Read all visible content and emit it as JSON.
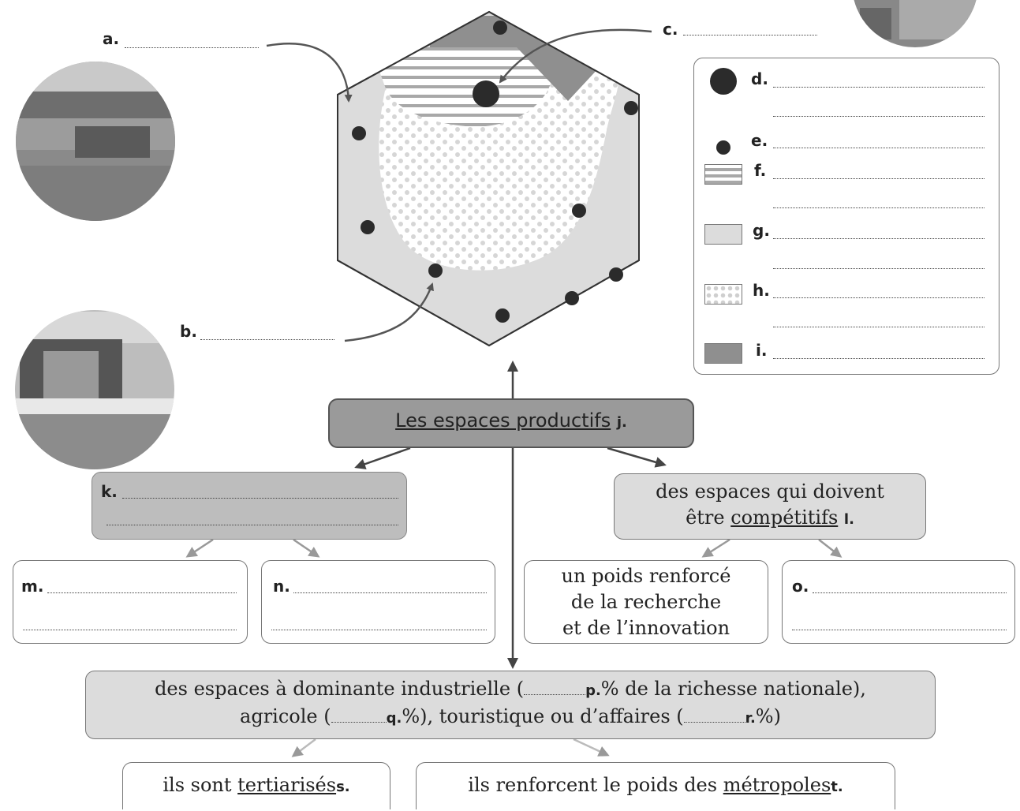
{
  "labels": {
    "a": "a.",
    "b": "b.",
    "c": "c.",
    "d": "d.",
    "e": "e.",
    "f": "f.",
    "g": "g.",
    "h": "h.",
    "i": "i.",
    "j": "j.",
    "k": "k.",
    "l": "l.",
    "m": "m.",
    "n": "n.",
    "o": "o.",
    "p": "p.",
    "q": "q.",
    "r": "r.",
    "s": "s.",
    "t": "t."
  },
  "central": {
    "title": "Les espaces productifs"
  },
  "right_box": {
    "line1": "des espaces qui doivent",
    "line2_prefix": "être ",
    "line2_underlined": "compétitifs"
  },
  "recherche_box": {
    "line1": "un poids renforcé",
    "line2": "de la recherche",
    "line3": "et de l’innovation"
  },
  "bottom_box": {
    "line1_start": "des espaces à dominante industrielle (",
    "line1_end": "% de la richesse nationale),",
    "line2_start": "agricole (",
    "line2_mid": "%), touristique ou d’affaires (",
    "line2_end": "%)"
  },
  "tertiaires": {
    "prefix": "ils sont ",
    "underlined": "tertiarisés"
  },
  "metropoles": {
    "prefix": "ils renforcent le poids des ",
    "underlined": "métropoles"
  },
  "colors": {
    "dark_gray": "#8f8f8f",
    "light_gray": "#dcdcdc",
    "dot": "#2b2b2b",
    "arrow": "#555555"
  }
}
